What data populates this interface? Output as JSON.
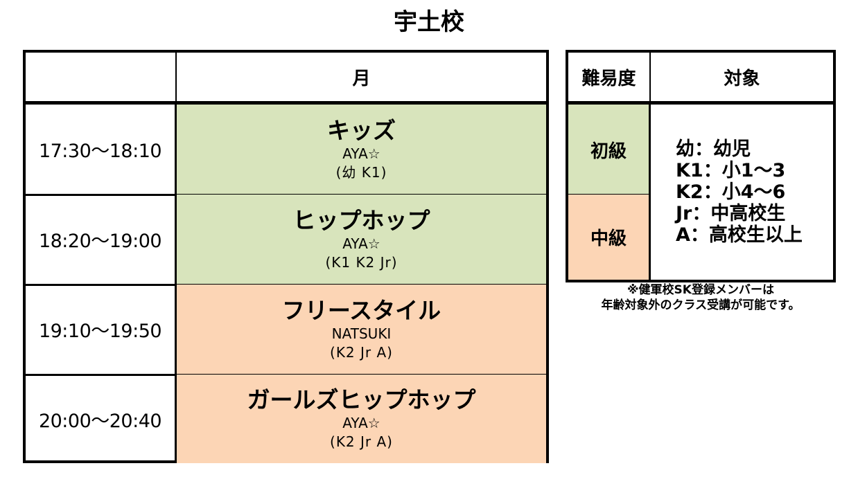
{
  "title": "宇土校",
  "schedule": {
    "header_time": "",
    "header_day": "月",
    "rows": [
      {
        "time": "17:30～18:10",
        "name": "キッズ",
        "teacher": "AYA☆",
        "target": "(幼 K1)",
        "level": "beginner"
      },
      {
        "time": "18:20～19:00",
        "name": "ヒップホップ",
        "teacher": "AYA☆",
        "target": "(K1 K2 Jr)",
        "level": "beginner"
      },
      {
        "time": "19:10～19:50",
        "name": "フリースタイル",
        "teacher": "NATSUKI",
        "target": "(K2 Jr A)",
        "level": "intermediate"
      },
      {
        "time": "20:00～20:40",
        "name": "ガールズヒップホップ",
        "teacher": "AYA☆",
        "target": "(K2 Jr A)",
        "level": "intermediate"
      }
    ]
  },
  "legend": {
    "header_level": "難易度",
    "header_target": "対象",
    "beginner": "初級",
    "intermediate": "中級",
    "targets": [
      "幼：幼児",
      "K1：小1～3",
      "K2：小4～6",
      "Jr：中高校生",
      "A：高校生以上"
    ]
  },
  "note": [
    "※健軍校SK登録メンバーは",
    "年齢対象外のクラス受講が可能です。"
  ],
  "colors": {
    "beginner": "#d8e4bc",
    "intermediate": "#fcd5b5",
    "border": "#000000"
  }
}
